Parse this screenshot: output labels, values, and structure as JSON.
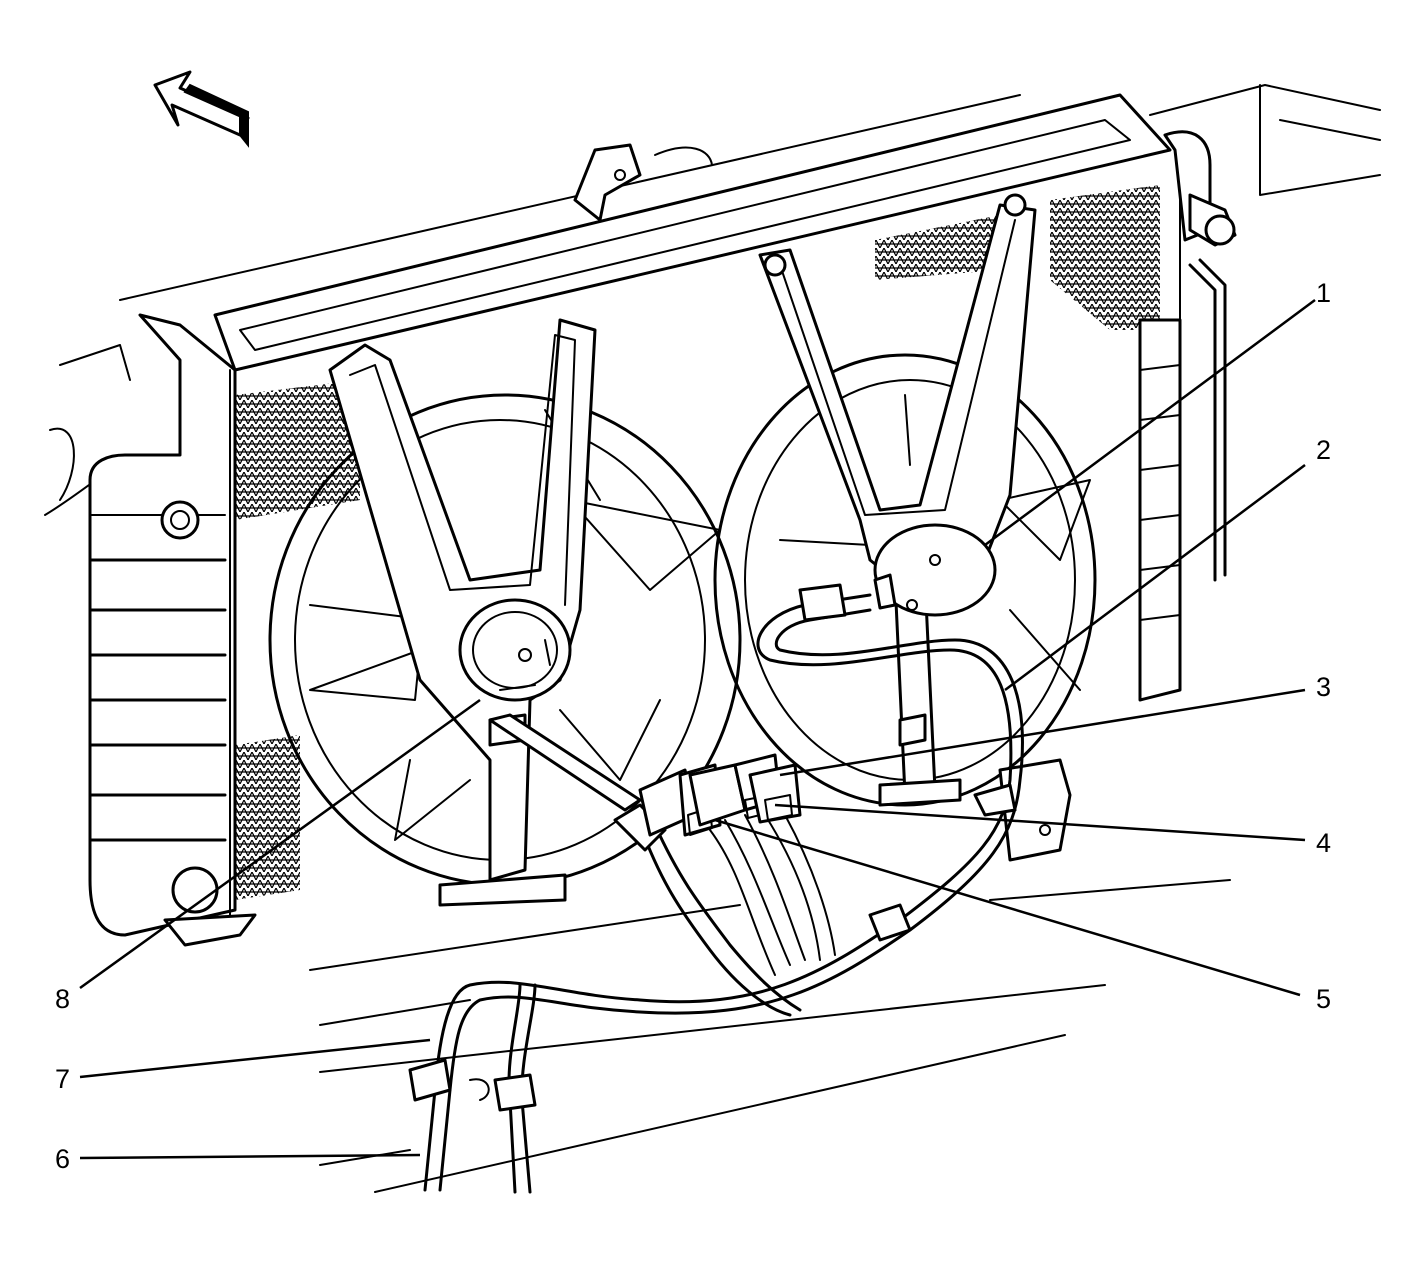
{
  "callouts": [
    {
      "id": "1",
      "label": "1"
    },
    {
      "id": "2",
      "label": "2"
    },
    {
      "id": "3",
      "label": "3"
    },
    {
      "id": "4",
      "label": "4"
    },
    {
      "id": "5",
      "label": "5"
    },
    {
      "id": "6",
      "label": "6"
    },
    {
      "id": "7",
      "label": "7"
    },
    {
      "id": "8",
      "label": "8"
    }
  ],
  "icons": {
    "direction_arrow": "forward-arrow-icon"
  }
}
